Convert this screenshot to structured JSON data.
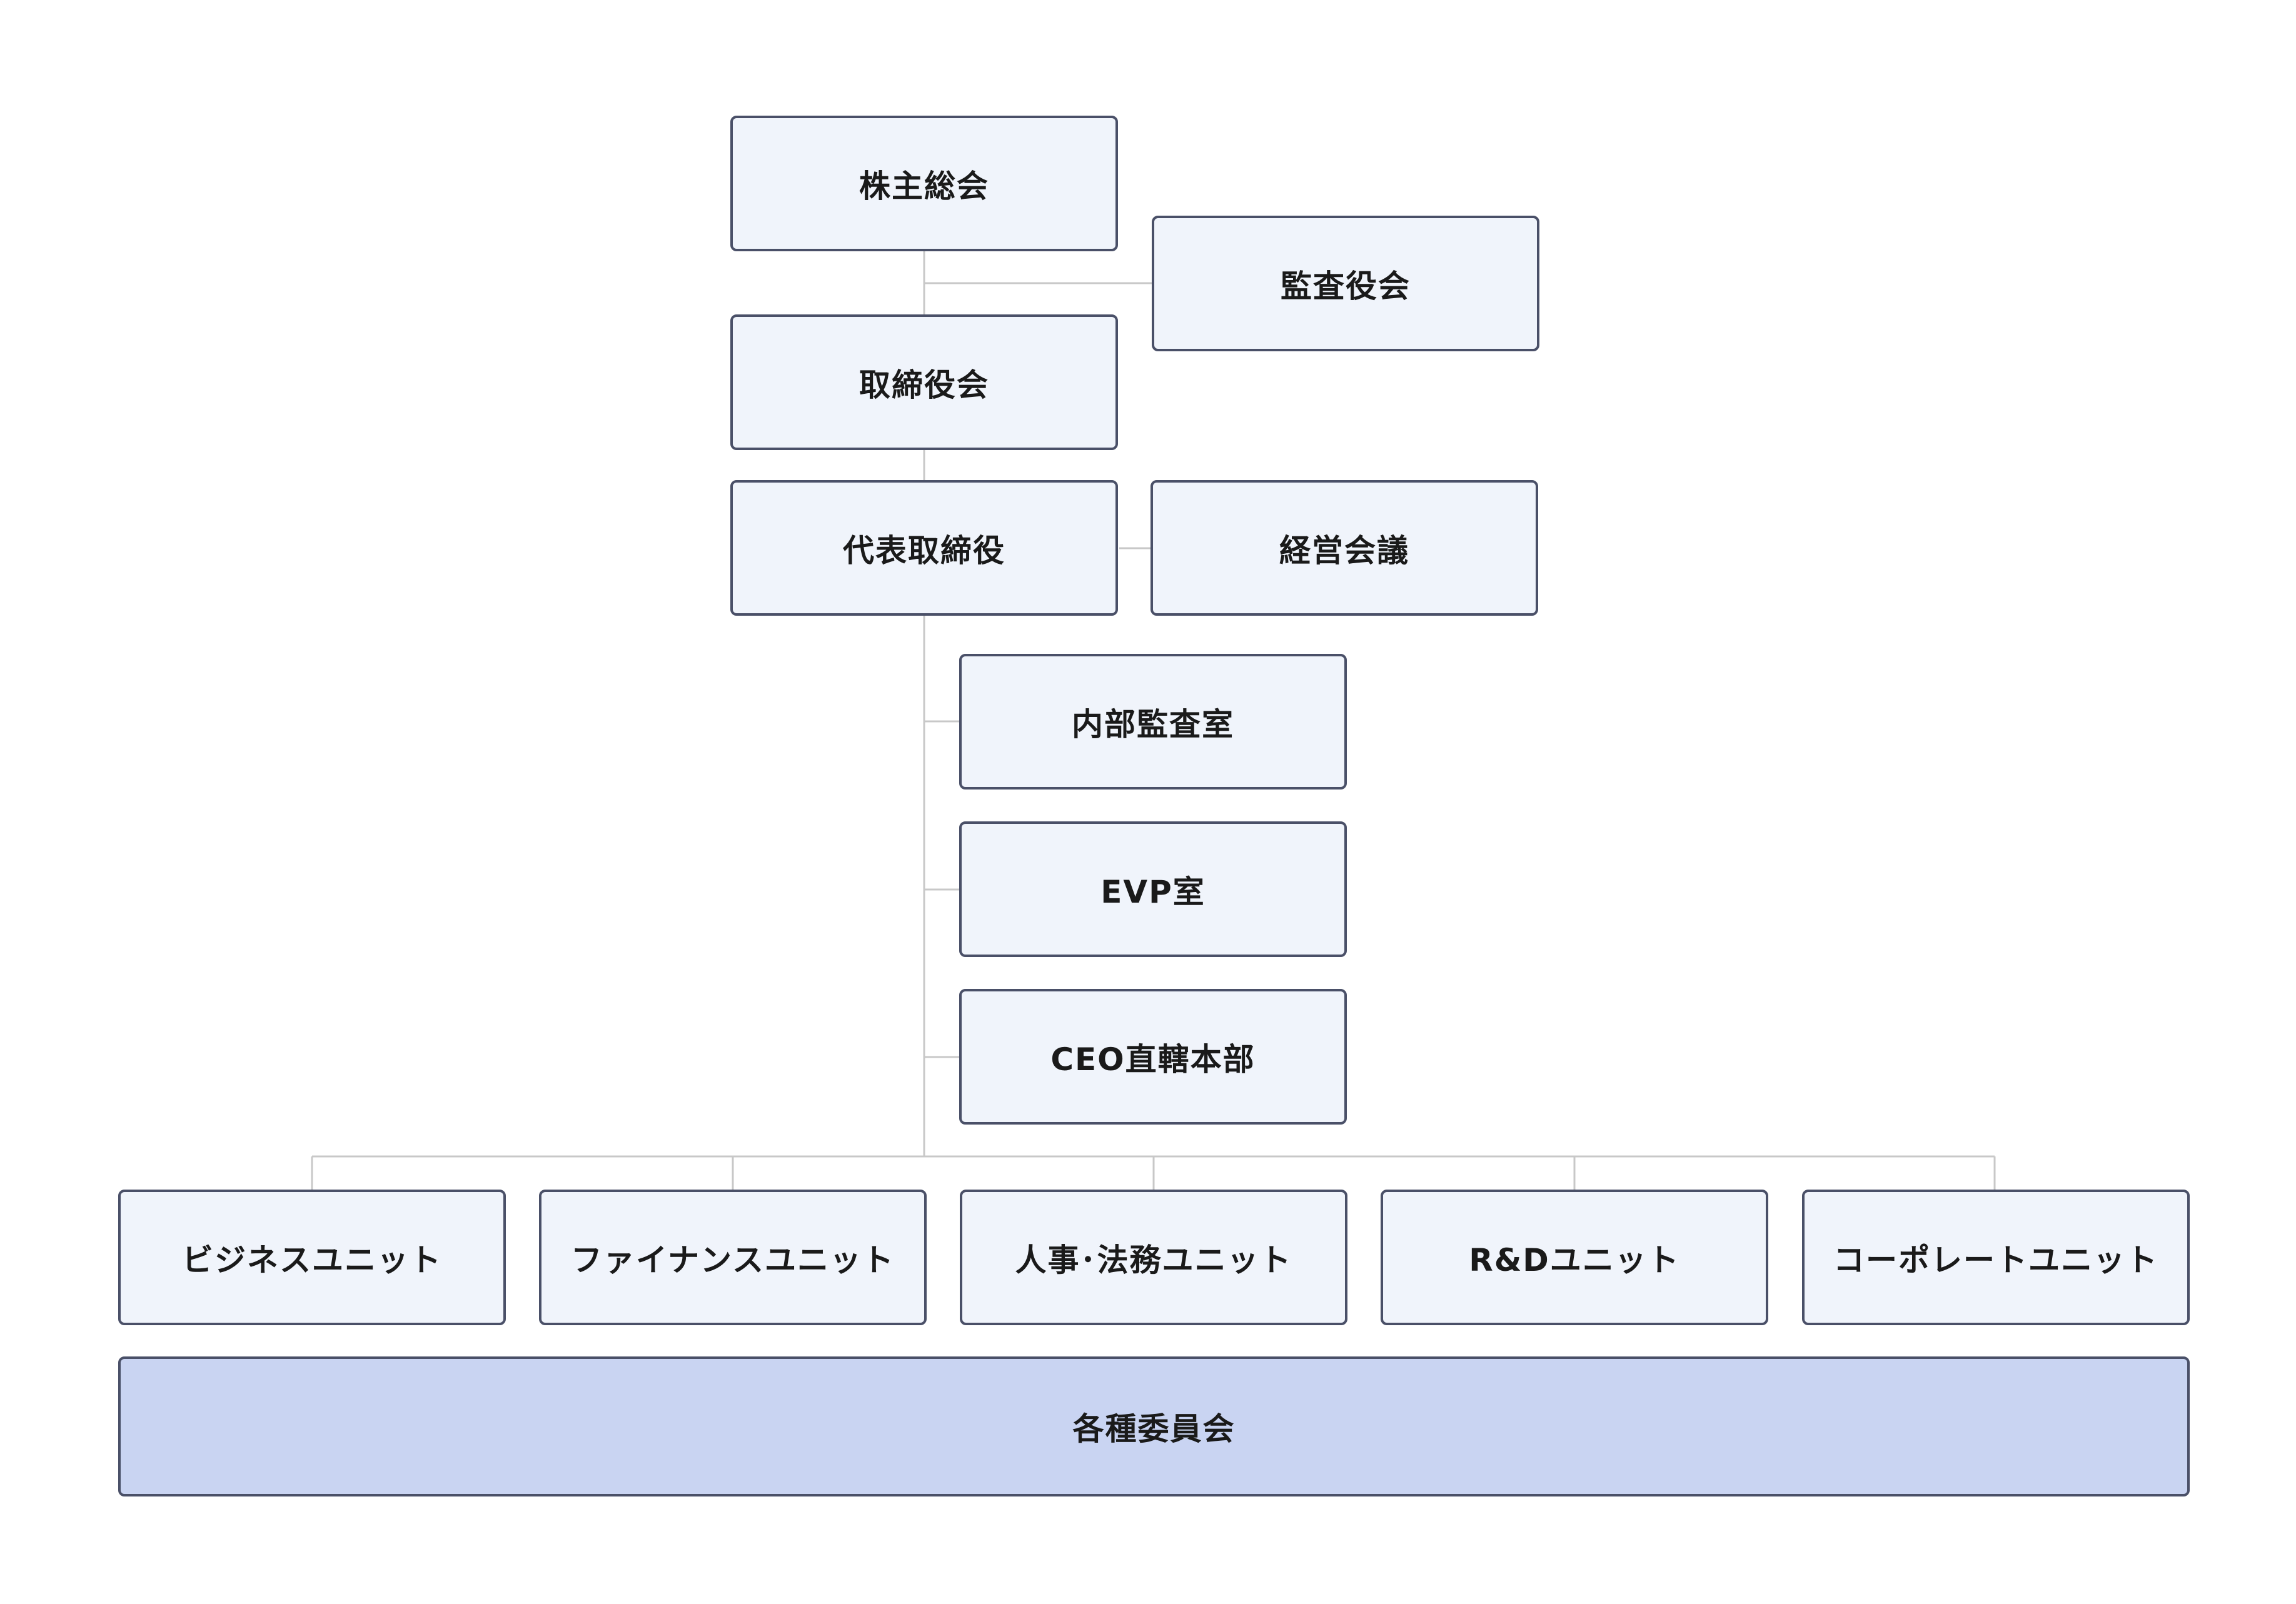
{
  "colors": {
    "node_fill": "#f0f4fb",
    "node_border": "#4a5068",
    "committee_fill": "#c9d4f2",
    "connector": "#c8c8c8",
    "text": "#1a1a1a"
  },
  "nodes": {
    "shareholders_meeting": "株主総会",
    "audit_board": "監査役会",
    "board_of_directors": "取締役会",
    "representative_director": "代表取締役",
    "management_meeting": "経営会議",
    "internal_audit_office": "内部監査室",
    "evp_office": "EVP室",
    "ceo_direct_division": "CEO直轄本部",
    "business_unit": "ビジネスユニット",
    "finance_unit": "ファイナンスユニット",
    "hr_legal_unit": "人事･法務ユニット",
    "rd_unit": "R&Dユニット",
    "corporate_unit": "コーポレートユニット",
    "committees": "各種委員会"
  }
}
